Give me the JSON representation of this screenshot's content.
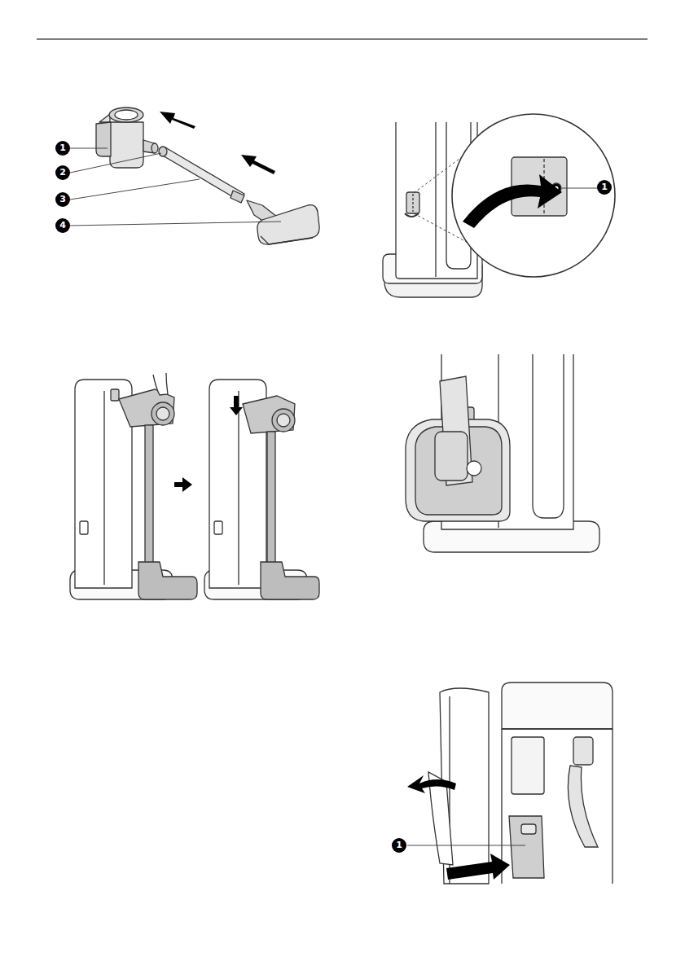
{
  "diagram": {
    "labels": [
      "1",
      "2",
      "3",
      "4",
      "1",
      "1"
    ]
  }
}
